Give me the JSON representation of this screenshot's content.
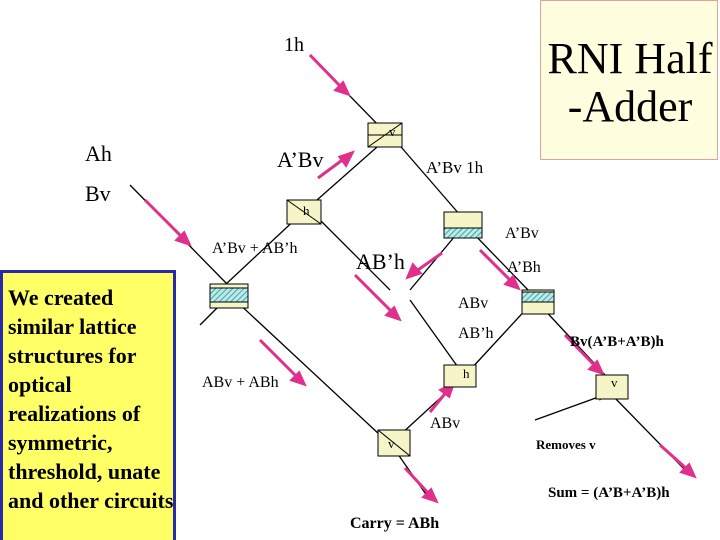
{
  "title": {
    "line1": "RNI Half",
    "line2": "-Adder"
  },
  "note": "We created similar lattice structures for optical realizations of symmetric, threshold, unate and other circuits",
  "inputs": {
    "one_h": "1h",
    "a_h": "Ah",
    "b_v": "Bv"
  },
  "labels": {
    "a_prime_bv_top": "A’Bv",
    "a_prime_bv_1h": "A’Bv 1h",
    "a_prime_bv_plus_ab_prime_h": "A’Bv + AB’h",
    "ab_prime_h_mid": "AB’h",
    "a_prime_bv_right": "A’Bv",
    "a_prime_bh": "A’Bh",
    "abv_right": "ABv",
    "ab_prime_h_right": "AB’h",
    "bv_sum_expr": "Bv(A’B+A’B)h",
    "abv_plus_abh": "ABv + ABh",
    "abv_lower": "ABv",
    "removes_v": "Removes v",
    "sum": "Sum = (A’B+A’B)h",
    "carry": "Carry = ABh"
  },
  "gate_marks": {
    "v": "v",
    "h": "h"
  },
  "colors": {
    "arrow": "#e0308c",
    "line": "#000000",
    "gate_fill": "#f5f5c8",
    "hatch": "#3aa8a8",
    "title_bg": "#ffffe0",
    "note_bg": "#ffff66",
    "note_border": "#2a2aa8"
  }
}
